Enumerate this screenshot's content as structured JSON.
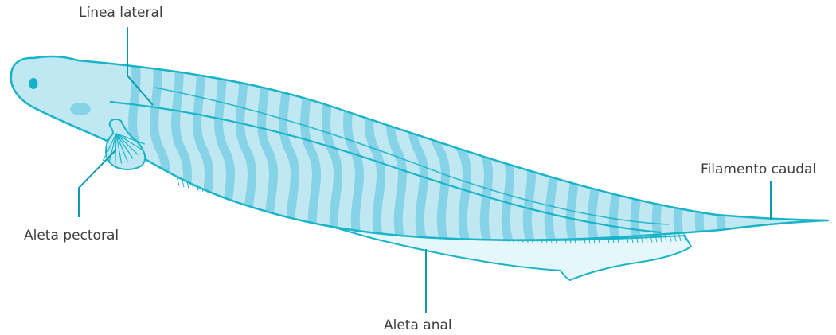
{
  "colors": {
    "outline": "#1ab4c9",
    "body_fill": "#bfe8f2",
    "stripe": "#86d2e6",
    "fin_fill": "#e6f7fb",
    "leader": "#0e9bb0",
    "text": "#3d3d3d"
  },
  "labels": {
    "lateral_line": "Línea lateral",
    "pectoral_fin": "Aleta pectoral",
    "anal_fin": "Aleta anal",
    "caudal_filament": "Filamento caudal"
  },
  "icons": [
    "eye-icon",
    "pectoral-fin-icon"
  ]
}
